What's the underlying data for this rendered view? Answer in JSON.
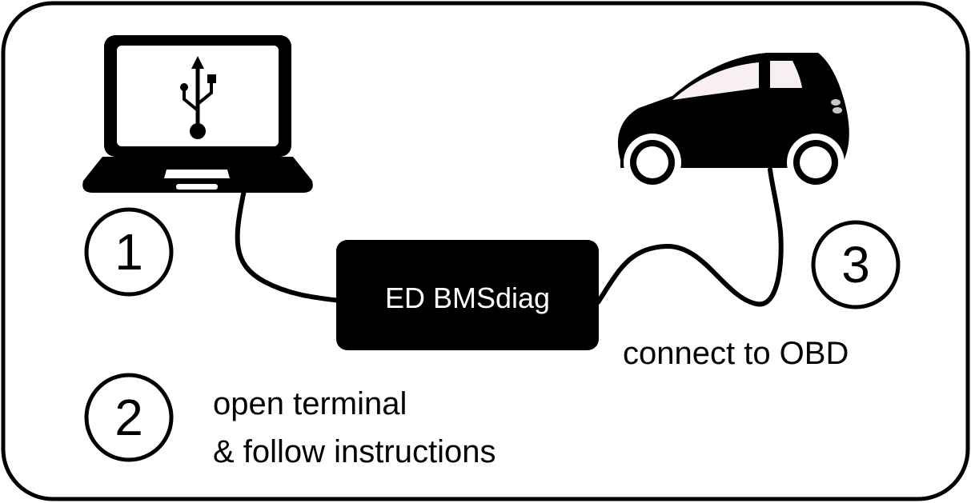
{
  "device": {
    "label": "ED BMSdiag"
  },
  "steps": [
    {
      "number": "1"
    },
    {
      "number": "2",
      "caption_lines": [
        "open terminal",
        "& follow instructions"
      ]
    },
    {
      "number": "3",
      "caption": "connect to OBD"
    }
  ],
  "icons": [
    "laptop-icon",
    "usb-icon",
    "car-icon"
  ],
  "colors": {
    "ink": "#000000",
    "background": "#ffffff",
    "car_window": "#f7eff3"
  }
}
